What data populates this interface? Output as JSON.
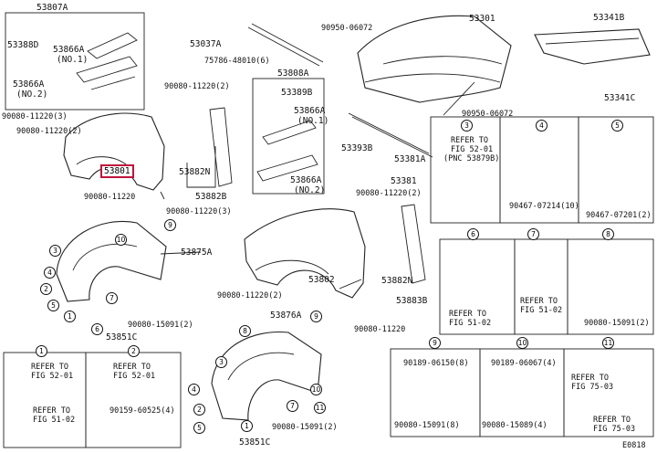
{
  "labels": {
    "p53807A": "53807A",
    "p53388D": "53388D",
    "p53866A_1": "53866A",
    "no1_a": "(NO.1)",
    "p53866A_2": "53866A",
    "no2_a": "(NO.2)",
    "b90080_11220_3a": "90080-11220(3)",
    "b90080_11220_2a": "90080-11220(2)",
    "p53801": "53801",
    "b90080_11220": "90080-11220",
    "p53037A": "53037A",
    "b75786_48010": "75786-48010(6)",
    "b90080_11220_2b": "90080-11220(2)",
    "p53882N_a": "53882N",
    "p53882B": "53882B",
    "b90080_11220_3b": "90080-11220(3)",
    "p53808A": "53808A",
    "p53389B": "53389B",
    "p53866A_3": "53866A",
    "no1_b": "(NO.1)",
    "p53866A_4": "53866A",
    "no2_b": "(NO.2)",
    "b90950_06072a": "90950-06072",
    "p53301": "53301",
    "b90950_06072b": "90950-06072",
    "p53341B": "53341B",
    "p53341C": "53341C",
    "p53393B": "53393B",
    "p53381A": "53381A",
    "p53381": "53381",
    "b90080_11220_2c": "90080-11220(2)",
    "p53875A": "53875A",
    "p53802": "53802",
    "p53882N_b": "53882N",
    "p53883B": "53883B",
    "b90080_11220_2d": "90080-11220(2)",
    "b90080_15091_2a": "90080-15091(2)",
    "p53851C_a": "53851C",
    "b90080_11220_x": "90080-11220",
    "p53876A": "53876A",
    "p53851C_b": "53851C",
    "b90080_15091_2b": "90080-15091(2)",
    "ref_pnc": "REFER TO",
    "ref_pnc2": "FIG 52-01",
    "ref_pnc3": "(PNC 53879B)",
    "b90467_07214": "90467-07214(10)",
    "b90467_07201": "90467-07201(2)",
    "ref6a": "REFER TO",
    "ref6b": "FIG 51-02",
    "ref7a": "REFER TO",
    "ref7b": "FIG 51-02",
    "b90080_15091_2c": "90080-15091(2)",
    "ref1a": "REFER TO",
    "ref1b": "FIG 52-01",
    "ref1c": "REFER TO",
    "ref1d": "FIG 51-02",
    "ref2a": "REFER TO",
    "ref2b": "FIG 52-01",
    "b90159_60525": "90159-60525(4)",
    "b90189_06150": "90189-06150(8)",
    "b90080_15091_8": "90080-15091(8)",
    "b90189_06067": "90189-06067(4)",
    "b90080_15089": "90080-15089(4)",
    "ref11a": "REFER TO",
    "ref11b": "FIG 75-03",
    "ref11c": "REFER TO",
    "ref11d": "FIG 75-03",
    "code": "E0818"
  },
  "callouts": [
    "1",
    "2",
    "3",
    "4",
    "5",
    "6",
    "7",
    "8",
    "9",
    "10",
    "11"
  ]
}
